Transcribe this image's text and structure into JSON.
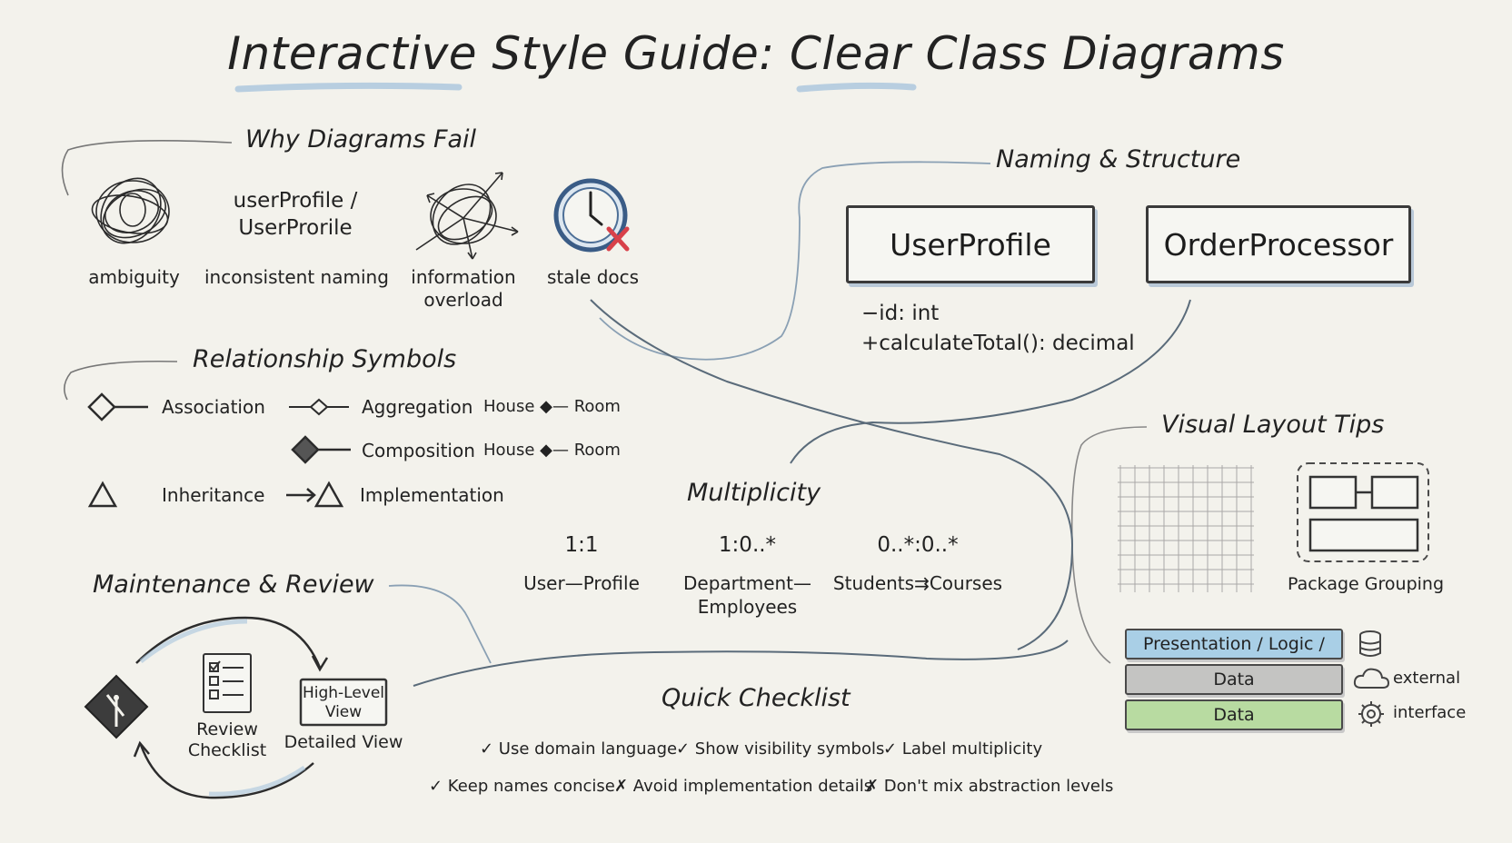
{
  "title": "Interactive Style Guide: Clear Class Diagrams",
  "why_fail": {
    "heading": "Why Diagrams Fail",
    "items": [
      {
        "label": "ambiguity",
        "icon": "scribble-icon"
      },
      {
        "label": "inconsistent naming",
        "icon_text_1": "userProfile /",
        "icon_text_2": "UserProrile"
      },
      {
        "label_1": "information",
        "label_2": "overload",
        "icon": "tangled-arrows-icon"
      },
      {
        "label": "stale docs",
        "icon": "stale-clock-icon"
      }
    ]
  },
  "naming": {
    "heading": "Naming & Structure",
    "class_1": "UserProfile",
    "class_2": "OrderProcessor",
    "attribute": "−id: int",
    "method": "+calculateTotal(): decimal"
  },
  "relationships": {
    "heading": "Relationship Symbols",
    "association": "Association",
    "aggregation": "Aggregation",
    "aggregation_example": "House ◆— Room",
    "composition": "Composition",
    "composition_example": "House ◆— Room",
    "inheritance": "Inheritance",
    "implementation": "Implementation"
  },
  "multiplicity": {
    "heading": "Multiplicity",
    "items": [
      {
        "ratio": "1:1",
        "label_1": "User—Profile",
        "label_2": ""
      },
      {
        "ratio": "1:0..*",
        "label_1": "Department—",
        "label_2": "Employees"
      },
      {
        "ratio": "0..*:0..*",
        "label_1": "Students⇉Courses",
        "label_2": ""
      }
    ]
  },
  "layout_tips": {
    "heading": "Visual Layout Tips",
    "package_label": "Package Grouping",
    "layers": [
      {
        "label": "Presentation / Logic /",
        "color": "#a9cfe6"
      },
      {
        "label": "Data",
        "color": "#c4c4c2"
      },
      {
        "label": "Data",
        "color": "#b8dba1"
      }
    ],
    "legend": [
      {
        "label": "",
        "icon": "database-icon"
      },
      {
        "label": "external",
        "icon": "cloud-icon"
      },
      {
        "label": "interface",
        "icon": "gear-icon"
      }
    ]
  },
  "maintenance": {
    "heading": "Maintenance & Review",
    "review_1": "Review",
    "review_2": "Checklist",
    "high_1": "High-Level",
    "high_2": "View",
    "detailed": "Detailed View"
  },
  "checklist": {
    "heading": "Quick Checklist",
    "row_1": [
      "✓ Use domain language",
      "✓ Show visibility symbols",
      "✓ Label multiplicity"
    ],
    "row_2": [
      "✓ Keep names concise",
      "✗ Avoid implementation details",
      "✗ Don't mix abstraction levels"
    ]
  },
  "colors": {
    "background": "#f3f2ec",
    "accent_blue": "#8fb3d4",
    "error_red": "#d8414a",
    "ink": "#222222"
  }
}
